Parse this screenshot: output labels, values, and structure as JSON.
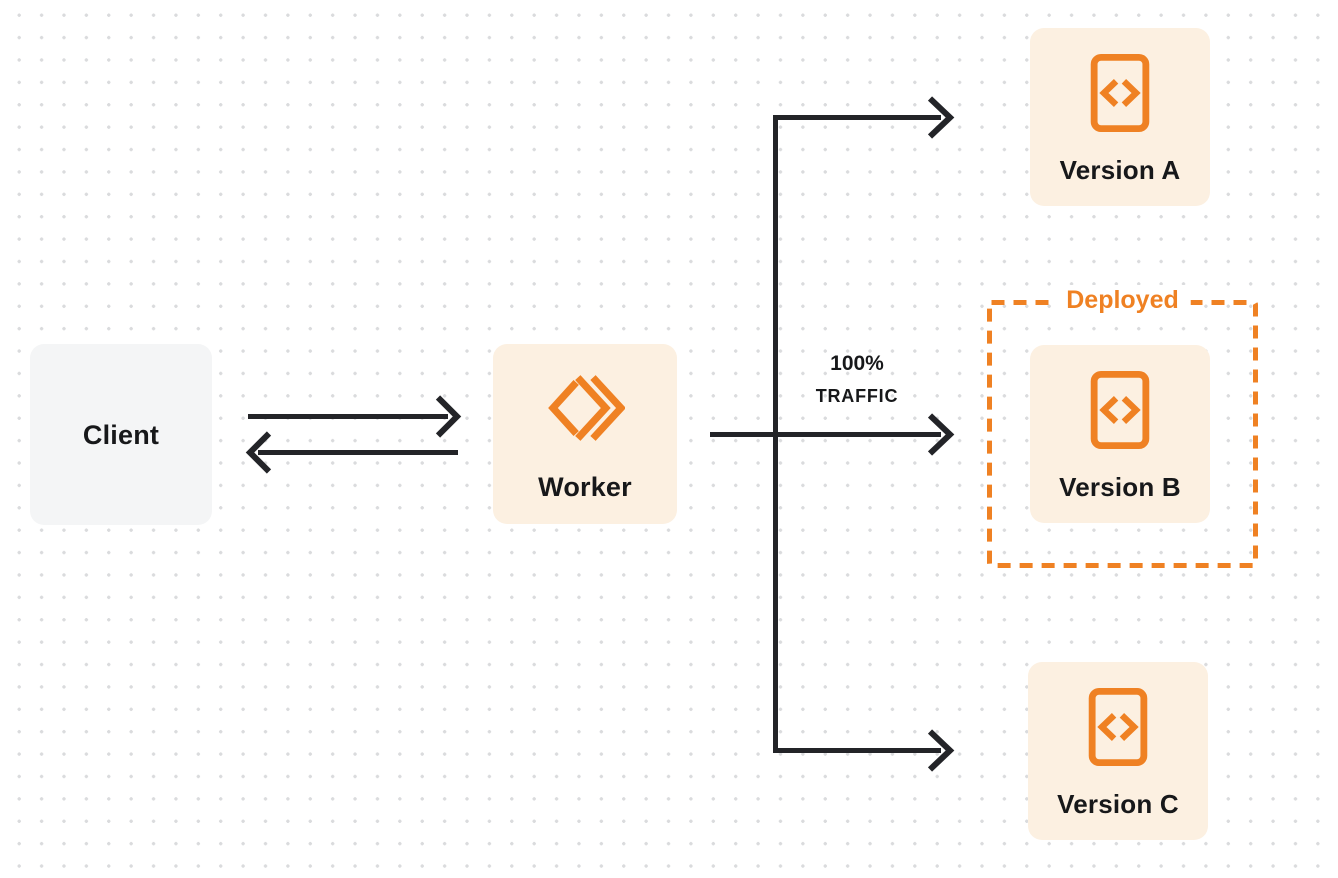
{
  "colors": {
    "orange": "#EF8123",
    "cream": "#FCF0E1",
    "gray_box": "#F4F5F6",
    "arrow": "#232428",
    "text_dark": "#17181A",
    "dot": "#DADBDD",
    "page_bg": "#FFFFFF"
  },
  "diagram": {
    "nodes": {
      "client": {
        "label": "Client"
      },
      "worker": {
        "label": "Worker",
        "icon": "workers-logo-icon"
      },
      "version_a": {
        "label": "Version A",
        "icon": "code-icon"
      },
      "version_b": {
        "label": "Version B",
        "icon": "code-icon"
      },
      "version_c": {
        "label": "Version C",
        "icon": "code-icon"
      }
    },
    "groups": {
      "deployed": {
        "label": "Deployed"
      }
    },
    "edges": {
      "client_worker": {
        "type": "bidirectional"
      },
      "worker_version_a": {
        "type": "arrow"
      },
      "worker_version_b": {
        "type": "arrow",
        "label_line1": "100%",
        "label_line2": "TRAFFIC"
      },
      "worker_version_c": {
        "type": "arrow"
      }
    }
  }
}
